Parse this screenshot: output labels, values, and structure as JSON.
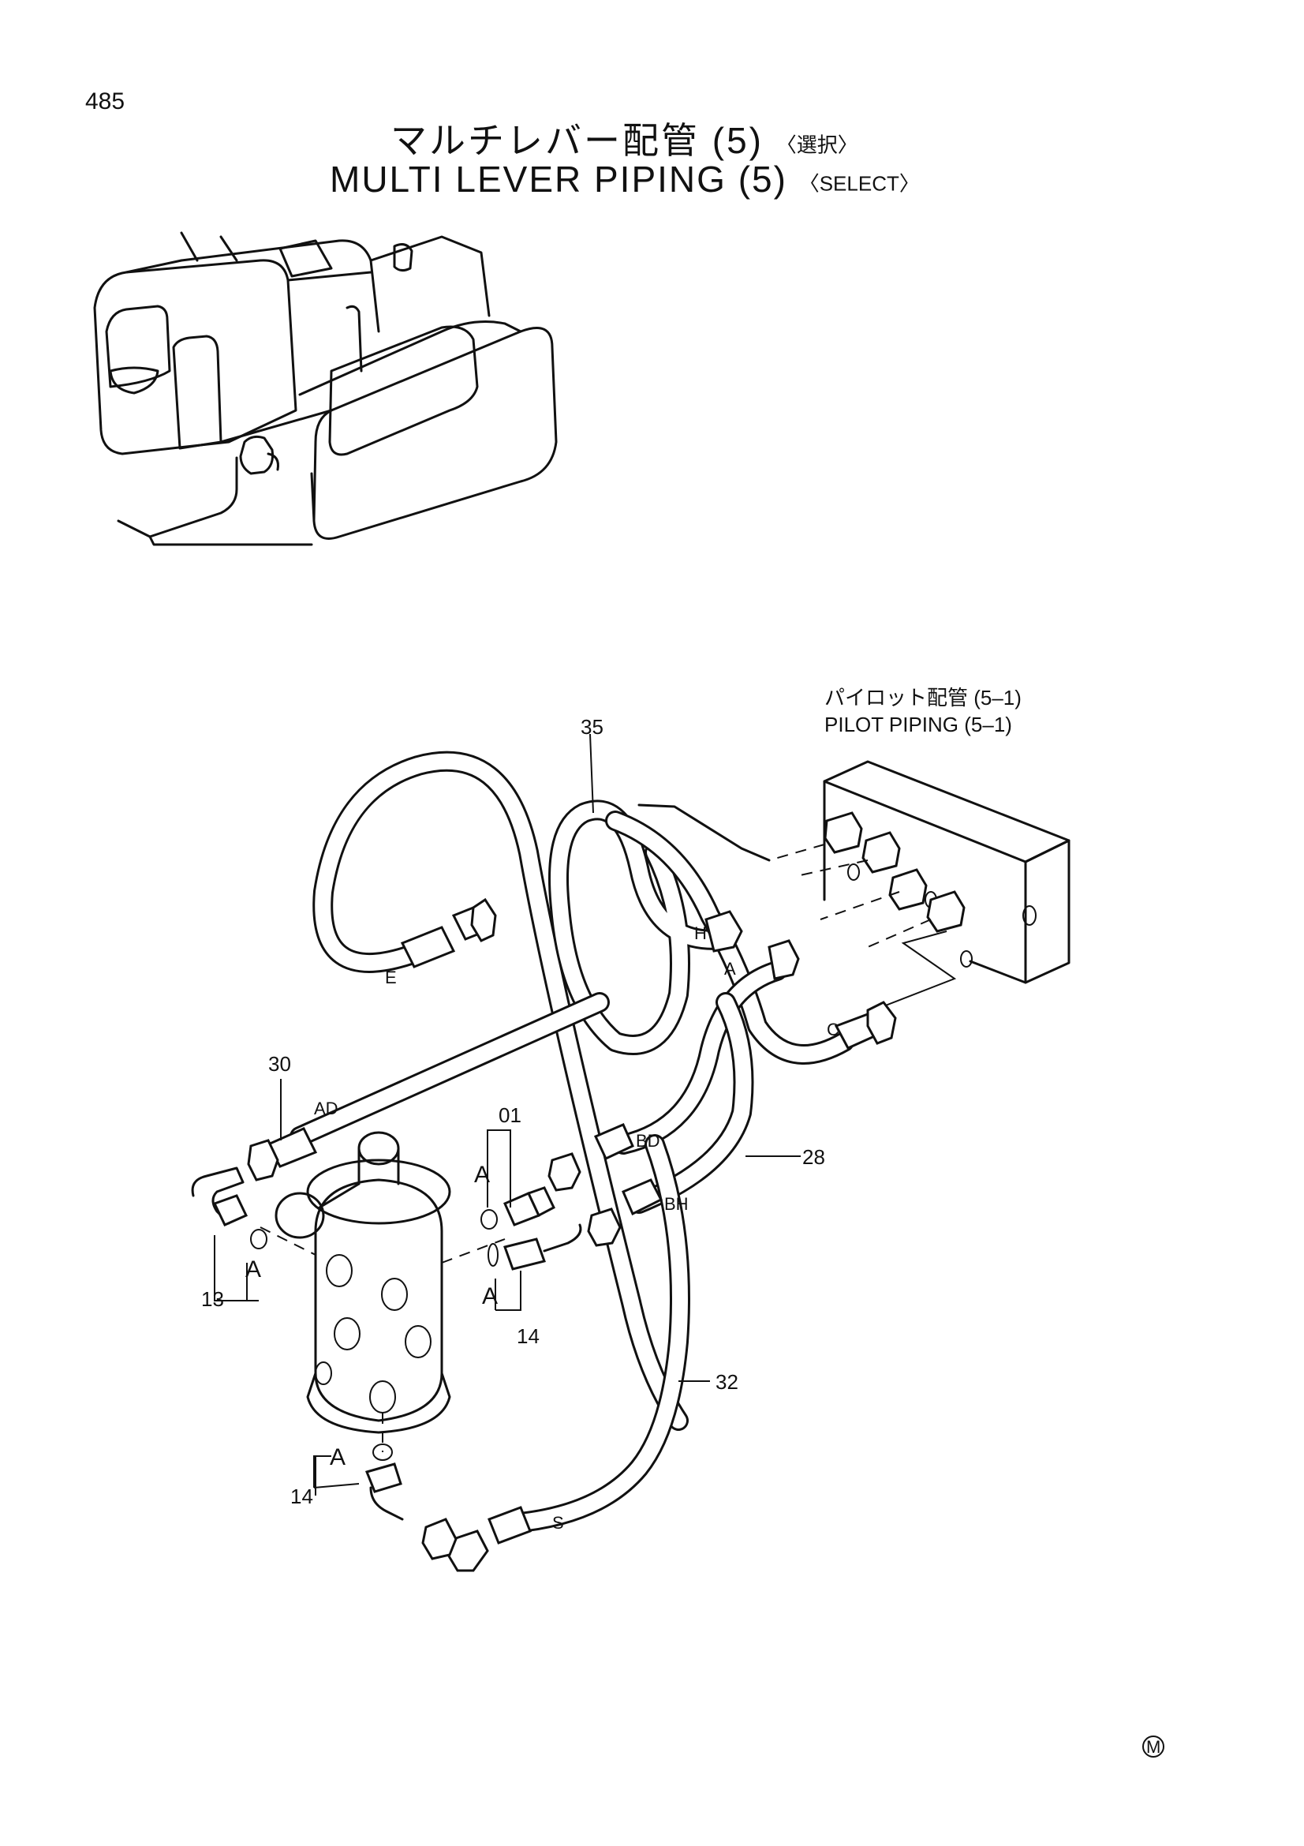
{
  "page_number": "485",
  "title": {
    "jp": "マルチレバー配管 (5)",
    "jp_note": "〈選択〉",
    "en": "MULTI LEVER PIPING (5)",
    "en_note": "〈SELECT〉"
  },
  "reference": {
    "jp": "パイロット配管 (5–1)",
    "en": "PILOT PIPING (5–1)"
  },
  "part_numbers": {
    "p35": "35",
    "p30": "30",
    "p01": "01",
    "p28": "28",
    "p13": "13",
    "p14a": "14",
    "p32": "32",
    "p14b": "14"
  },
  "port_labels": {
    "E": "E",
    "H": "H",
    "A": "A",
    "C": "C",
    "AD": "AD",
    "BD": "BD",
    "BH": "BH",
    "S": "S"
  },
  "detail_labels": {
    "a1": "A",
    "a2": "A",
    "a3": "A",
    "a4": "A"
  },
  "mark": "M"
}
